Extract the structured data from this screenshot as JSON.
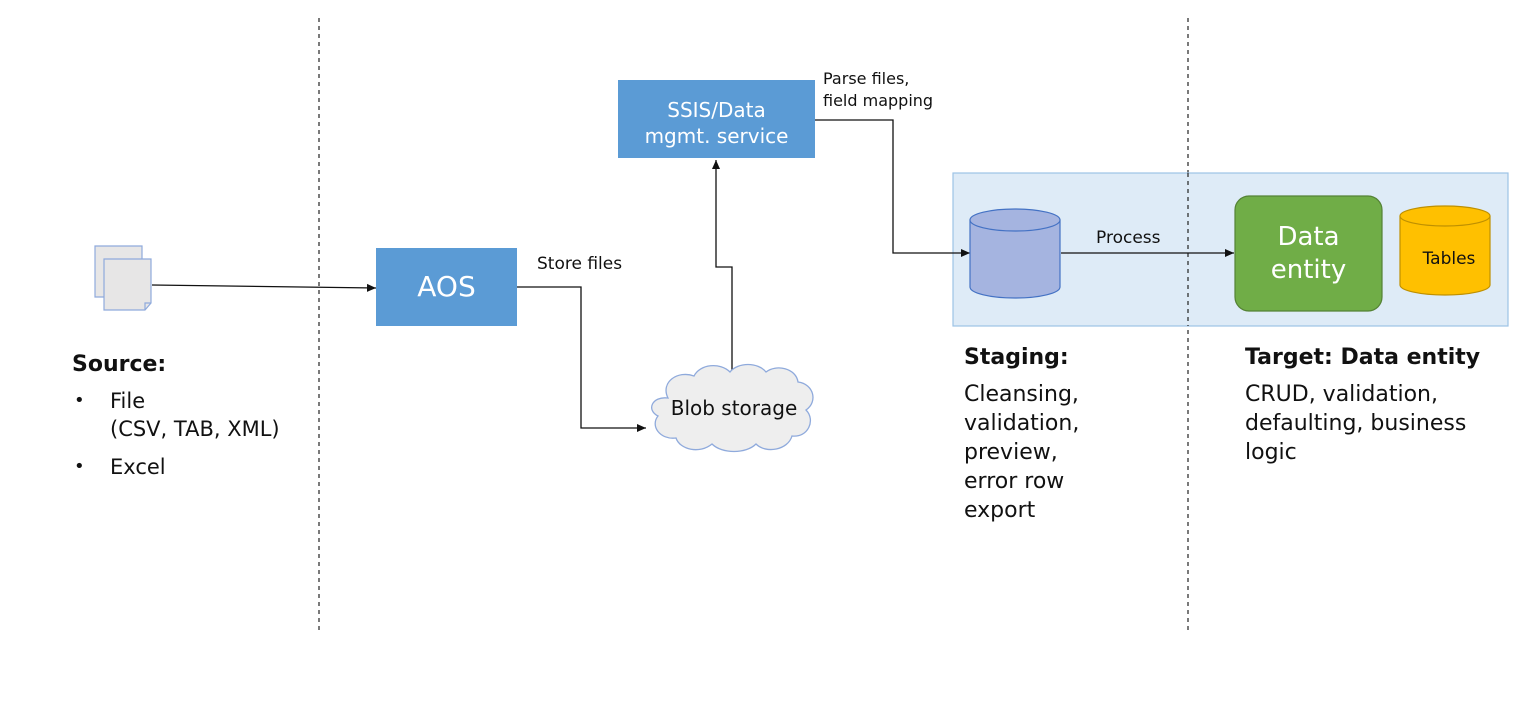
{
  "aos_label": "AOS",
  "ssis_label_line1": "SSIS/Data",
  "ssis_label_line2": "mgmt. service",
  "store_files_label": "Store files",
  "parse_line1": "Parse files,",
  "parse_line2": "field mapping",
  "blob_label": "Blob storage",
  "process_label": "Process",
  "data_entity_line1": "Data",
  "data_entity_line2": "entity",
  "tables_label": "Tables",
  "source": {
    "title": "Source:",
    "items": [
      {
        "line1": "File",
        "line2": "(CSV, TAB, XML)"
      },
      {
        "line1": "Excel",
        "line2": ""
      }
    ]
  },
  "staging": {
    "title": "Staging:",
    "lines": [
      "Cleansing,",
      "validation,",
      "preview,",
      "error row",
      "export"
    ]
  },
  "target": {
    "title": "Target: Data entity",
    "lines": [
      "CRUD, validation,",
      "defaulting, business",
      "logic"
    ]
  },
  "colors": {
    "blue_box": "#5b9bd5",
    "zone_fill": "#deebf7",
    "zone_stroke": "#9dc3e6",
    "staging_cyl": "#a5b4e0",
    "data_entity": "#70ad47",
    "tables_cyl": "#ffc000",
    "cloud": "#eeeeee"
  }
}
